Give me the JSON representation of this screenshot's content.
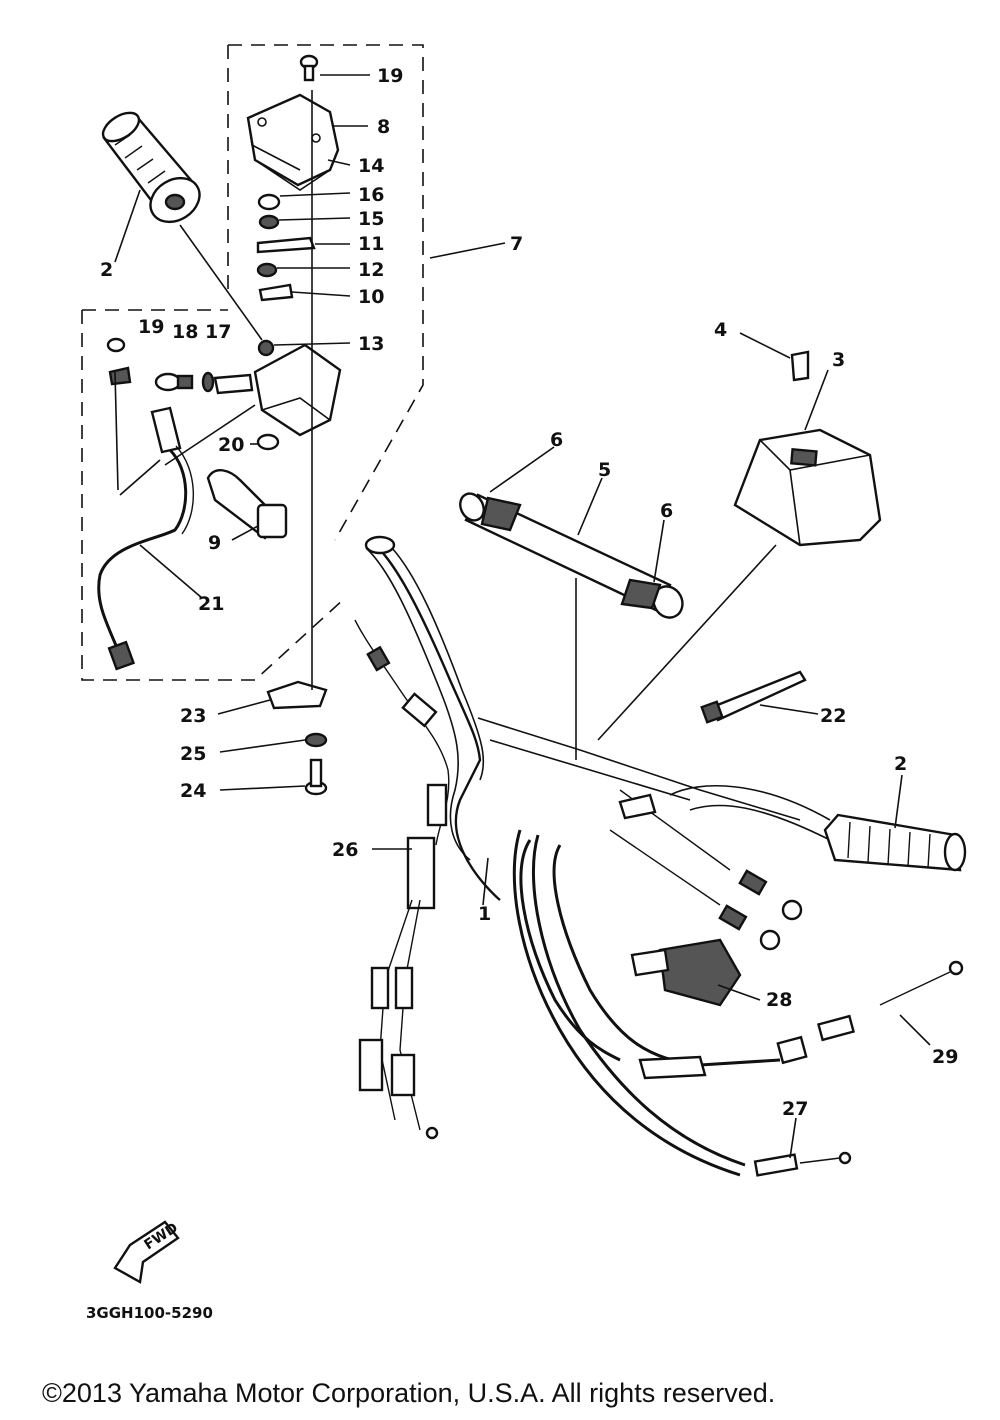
{
  "labels": {
    "p1": "1",
    "p2a": "2",
    "p2b": "2",
    "p3": "3",
    "p4": "4",
    "p5": "5",
    "p6a": "6",
    "p6b": "6",
    "p7": "7",
    "p8": "8",
    "p9": "9",
    "p10": "10",
    "p11": "11",
    "p12": "12",
    "p13": "13",
    "p14": "14",
    "p15": "15",
    "p16": "16",
    "p17": "17",
    "p18": "18",
    "p19a": "19",
    "p19b": "19",
    "p20": "20",
    "p21": "21",
    "p22": "22",
    "p23": "23",
    "p24": "24",
    "p25": "25",
    "p26": "26",
    "p27": "27",
    "p28": "28",
    "p29": "29"
  },
  "fwd_label": "FWD",
  "diagram_code": "3GGH100-5290",
  "copyright": "©2013 Yamaha Motor Corporation, U.S.A. All rights reserved."
}
